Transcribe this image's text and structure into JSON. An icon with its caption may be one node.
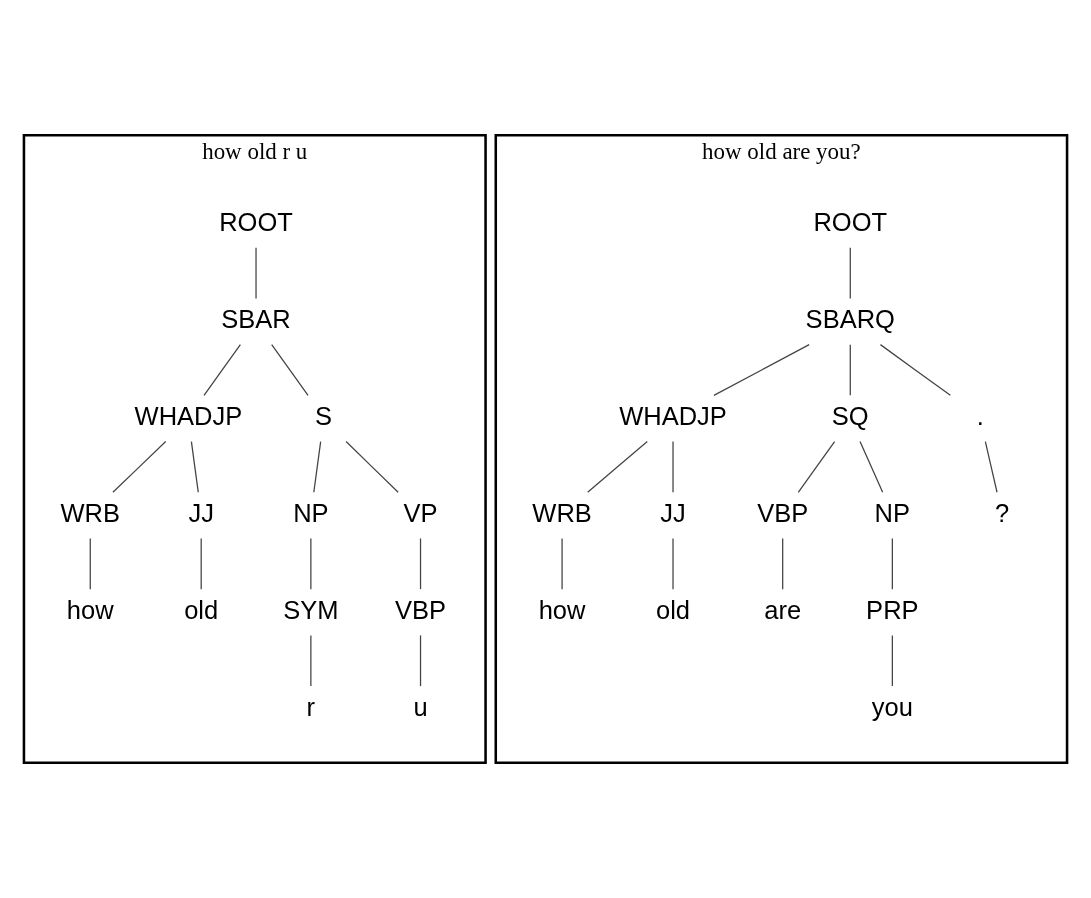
{
  "diagram": {
    "nodes": [
      {
        "text": [
          "how old r u"
        ]
      },
      {
        "text": [
          "ROOT"
        ],
        "in": 0
      },
      {
        "text": [
          "SBAR"
        ],
        "in": 0
      },
      {
        "text": [
          "WHADJP"
        ],
        "in": 0
      },
      {
        "text": [
          "S"
        ],
        "in": 0
      },
      {
        "text": [
          "WRB"
        ],
        "in": 0
      },
      {
        "text": [
          "JJ"
        ],
        "in": 0
      },
      {
        "text": [
          "NP"
        ],
        "in": 0
      },
      {
        "text": [
          "VP"
        ],
        "in": 0
      },
      {
        "text": [
          "how"
        ],
        "in": 0
      },
      {
        "text": [
          "old"
        ],
        "in": 0
      },
      {
        "text": [
          "SYM"
        ],
        "in": 0
      },
      {
        "text": [
          "VBP"
        ],
        "in": 0
      },
      {
        "text": [
          "r"
        ],
        "in": 0
      },
      {
        "text": [
          "u"
        ],
        "in": 0
      },
      {
        "text": [
          "how old are you?"
        ]
      },
      {
        "text": [
          "ROOT"
        ],
        "in": 15
      },
      {
        "text": [
          "SBARQ"
        ],
        "in": 15
      },
      {
        "text": [
          "WHADJP"
        ],
        "in": 15
      },
      {
        "text": [
          "SQ"
        ],
        "in": 15
      },
      {
        "text": [
          "."
        ],
        "in": 15
      },
      {
        "text": [
          "WRB"
        ],
        "in": 15
      },
      {
        "text": [
          "JJ"
        ],
        "in": 15
      },
      {
        "text": [
          "VBP"
        ],
        "in": 15
      },
      {
        "text": [
          "NP"
        ],
        "in": 15
      },
      {
        "text": [
          "?"
        ],
        "in": 15
      },
      {
        "text": [
          "how"
        ],
        "in": 15
      },
      {
        "text": [
          "old"
        ],
        "in": 15
      },
      {
        "text": [
          "are"
        ],
        "in": 15
      },
      {
        "text": [
          "PRP"
        ],
        "in": 15
      },
      {
        "text": [
          "you"
        ],
        "in": 15
      }
    ],
    "edges": [
      {
        "from": 1,
        "to": 2,
        "arrow": "none"
      },
      {
        "from": 2,
        "to": 3,
        "arrow": "none"
      },
      {
        "from": 2,
        "to": 4,
        "arrow": "none"
      },
      {
        "from": 3,
        "to": 5,
        "arrow": "none"
      },
      {
        "from": 3,
        "to": 6,
        "arrow": "none"
      },
      {
        "from": 4,
        "to": 7,
        "arrow": "none"
      },
      {
        "from": 4,
        "to": 8,
        "arrow": "none"
      },
      {
        "from": 5,
        "to": 9,
        "arrow": "none"
      },
      {
        "from": 6,
        "to": 10,
        "arrow": "none"
      },
      {
        "from": 7,
        "to": 11,
        "arrow": "none"
      },
      {
        "from": 8,
        "to": 12,
        "arrow": "none"
      },
      {
        "from": 11,
        "to": 13,
        "arrow": "none"
      },
      {
        "from": 12,
        "to": 14,
        "arrow": "none"
      },
      {
        "from": 16,
        "to": 17,
        "arrow": "none"
      },
      {
        "from": 17,
        "to": 18,
        "arrow": "none"
      },
      {
        "from": 17,
        "to": 19,
        "arrow": "none"
      },
      {
        "from": 17,
        "to": 20,
        "arrow": "none"
      },
      {
        "from": 18,
        "to": 21,
        "arrow": "none"
      },
      {
        "from": 18,
        "to": 22,
        "arrow": "none"
      },
      {
        "from": 19,
        "to": 23,
        "arrow": "none"
      },
      {
        "from": 19,
        "to": 24,
        "arrow": "none"
      },
      {
        "from": 20,
        "to": 25,
        "arrow": "none"
      },
      {
        "from": 21,
        "to": 26,
        "arrow": "none"
      },
      {
        "from": 22,
        "to": 27,
        "arrow": "none"
      },
      {
        "from": 23,
        "to": 28,
        "arrow": "none"
      },
      {
        "from": 24,
        "to": 29,
        "arrow": "none"
      },
      {
        "from": 29,
        "to": 30,
        "arrow": "none"
      }
    ]
  }
}
